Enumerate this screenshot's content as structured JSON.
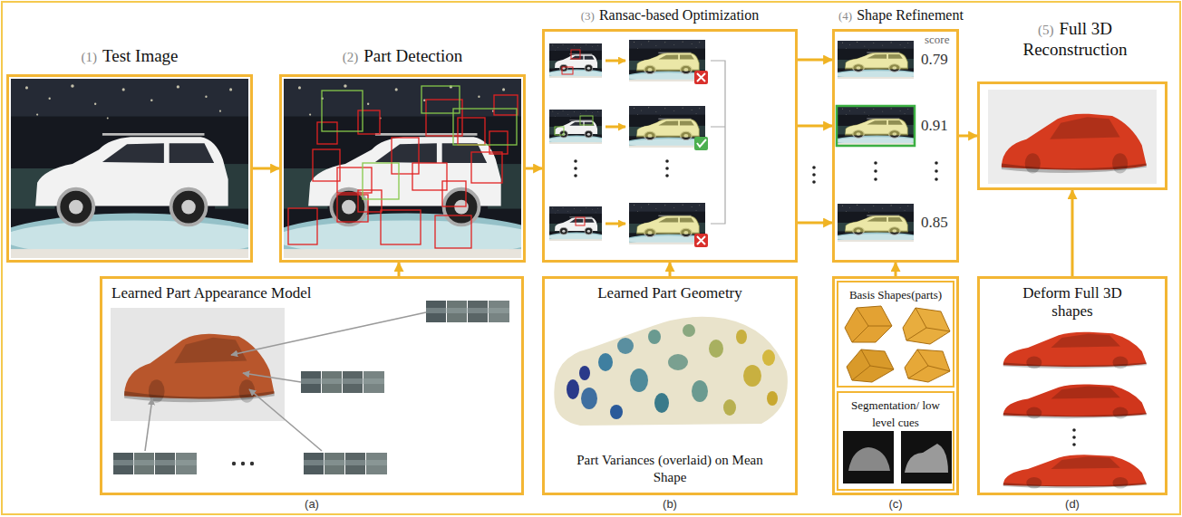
{
  "diagram": {
    "nodes": [
      {
        "text": [
          "(1)",
          "Test Image"
        ]
      },
      {
        "text": [
          "(2)",
          "Part Detection"
        ]
      },
      {
        "text": [
          "(3)",
          "Ransac-based Optimization"
        ]
      },
      {
        "text": [
          "(4)",
          "Shape Refinement"
        ]
      },
      {
        "text": [
          "(5)",
          "Full 3D Reconstruction"
        ]
      },
      {
        "text": [
          "Learned Part Appearance Model",
          "(a)"
        ]
      },
      {
        "text": [
          "Learned Part Geometry",
          "Part Variances (overlaid) on Mean Shape",
          "(b)"
        ]
      },
      {
        "text": [
          "(c)"
        ]
      },
      {
        "text": [
          "Basis Shapes(parts)"
        ],
        "in": 7
      },
      {
        "text": [
          "Segmentation/ low level cues"
        ],
        "in": 7
      },
      {
        "text": [
          "Deform Full 3D shapes",
          "(d)"
        ]
      }
    ],
    "edges": [
      {
        "from": 0,
        "to": 1,
        "arrow": "to"
      },
      {
        "from": 5,
        "to": 1,
        "arrow": "to"
      },
      {
        "from": 1,
        "to": 2,
        "arrow": "to"
      },
      {
        "from": 6,
        "to": 2,
        "arrow": "to"
      },
      {
        "from": 2,
        "to": 3,
        "arrow": "to"
      },
      {
        "from": 7,
        "to": 3,
        "arrow": "to"
      },
      {
        "from": 3,
        "to": 4,
        "arrow": "to"
      },
      {
        "from": 10,
        "to": 4,
        "arrow": "to"
      }
    ],
    "labels": [
      "score",
      "0.79",
      "0.91",
      "0.85"
    ]
  }
}
